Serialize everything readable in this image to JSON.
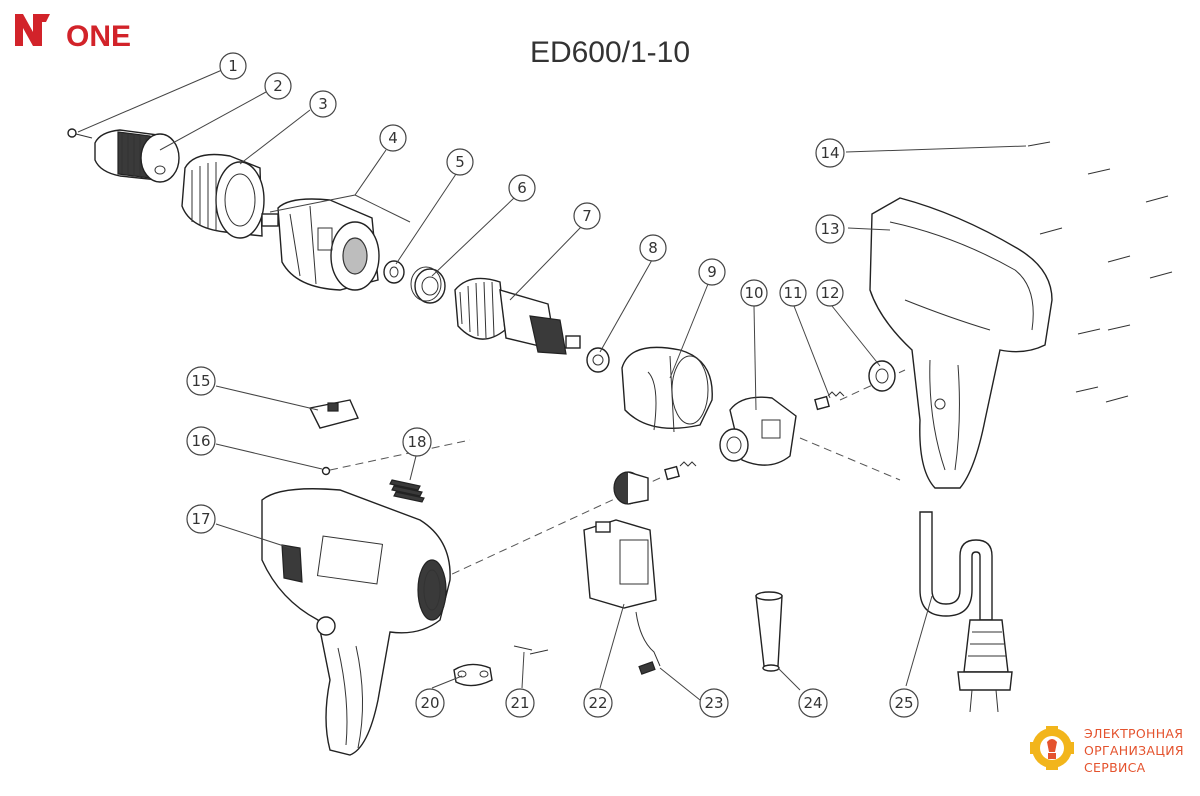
{
  "brand": {
    "logo_text": "ONE",
    "logo_color": "#d2232a"
  },
  "title": "ED600/1-10",
  "callouts": [
    {
      "id": "1",
      "label": "1"
    },
    {
      "id": "2",
      "label": "2"
    },
    {
      "id": "3",
      "label": "3"
    },
    {
      "id": "4",
      "label": "4"
    },
    {
      "id": "5",
      "label": "5"
    },
    {
      "id": "6",
      "label": "6"
    },
    {
      "id": "7",
      "label": "7"
    },
    {
      "id": "8",
      "label": "8"
    },
    {
      "id": "9",
      "label": "9"
    },
    {
      "id": "10",
      "label": "10"
    },
    {
      "id": "11",
      "label": "11"
    },
    {
      "id": "12",
      "label": "12"
    },
    {
      "id": "13",
      "label": "13"
    },
    {
      "id": "14",
      "label": "14"
    },
    {
      "id": "15",
      "label": "15"
    },
    {
      "id": "16",
      "label": "16"
    },
    {
      "id": "17",
      "label": "17"
    },
    {
      "id": "18",
      "label": "18"
    },
    {
      "id": "20",
      "label": "20"
    },
    {
      "id": "21",
      "label": "21"
    },
    {
      "id": "22",
      "label": "22"
    },
    {
      "id": "23",
      "label": "23"
    },
    {
      "id": "24",
      "label": "24"
    },
    {
      "id": "25",
      "label": "25"
    }
  ],
  "org": {
    "line1": "ЭЛЕКТРОННАЯ",
    "line2": "ОРГАНИЗАЦИЯ",
    "line3": "СЕРВИСА",
    "accent_color": "#e4532e",
    "logo_color": "#f2b51b"
  }
}
